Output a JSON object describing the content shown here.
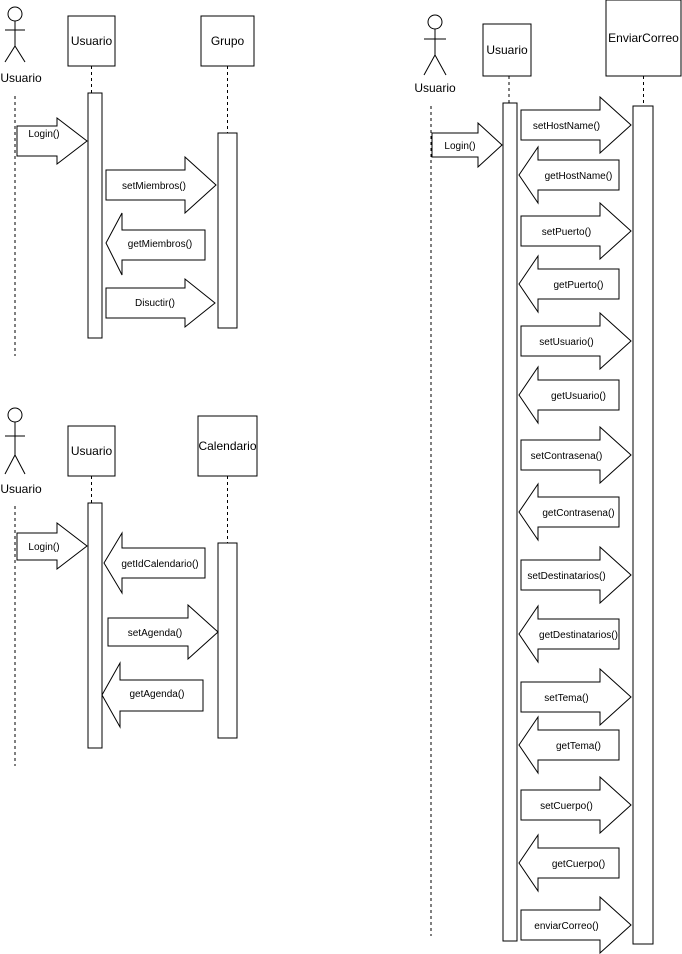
{
  "diagrams": [
    {
      "id": "grupo",
      "actor": "Usuario",
      "objects": [
        "Usuario",
        "Grupo"
      ],
      "login": "Login()",
      "messages": [
        {
          "label": "setMiembros()",
          "dir": "right"
        },
        {
          "label": "getMiembros()",
          "dir": "left"
        },
        {
          "label": "Disuctir()",
          "dir": "right"
        }
      ]
    },
    {
      "id": "calendario",
      "actor": "Usuario",
      "objects": [
        "Usuario",
        "Calendario"
      ],
      "login": "Login()",
      "messages": [
        {
          "label": "getIdCalendario()",
          "dir": "left"
        },
        {
          "label": "setAgenda()",
          "dir": "right"
        },
        {
          "label": "getAgenda()",
          "dir": "left"
        }
      ]
    },
    {
      "id": "correo",
      "actor": "Usuario",
      "objects": [
        "Usuario",
        "EnviarCorreo"
      ],
      "login": "Login()",
      "messages": [
        {
          "label": "setHostName()",
          "dir": "right"
        },
        {
          "label": "getHostName()",
          "dir": "left"
        },
        {
          "label": "setPuerto()",
          "dir": "right"
        },
        {
          "label": "getPuerto()",
          "dir": "left"
        },
        {
          "label": "setUsuario()",
          "dir": "right"
        },
        {
          "label": "getUsuario()",
          "dir": "left"
        },
        {
          "label": "setContrasena()",
          "dir": "right"
        },
        {
          "label": "getContrasena()",
          "dir": "left"
        },
        {
          "label": "setDestinatarios()",
          "dir": "right"
        },
        {
          "label": "getDestinatarios()",
          "dir": "left"
        },
        {
          "label": "setTema()",
          "dir": "right"
        },
        {
          "label": "getTema()",
          "dir": "left"
        },
        {
          "label": "setCuerpo()",
          "dir": "right"
        },
        {
          "label": "getCuerpo()",
          "dir": "left"
        },
        {
          "label": "enviarCorreo()",
          "dir": "right"
        }
      ]
    }
  ]
}
